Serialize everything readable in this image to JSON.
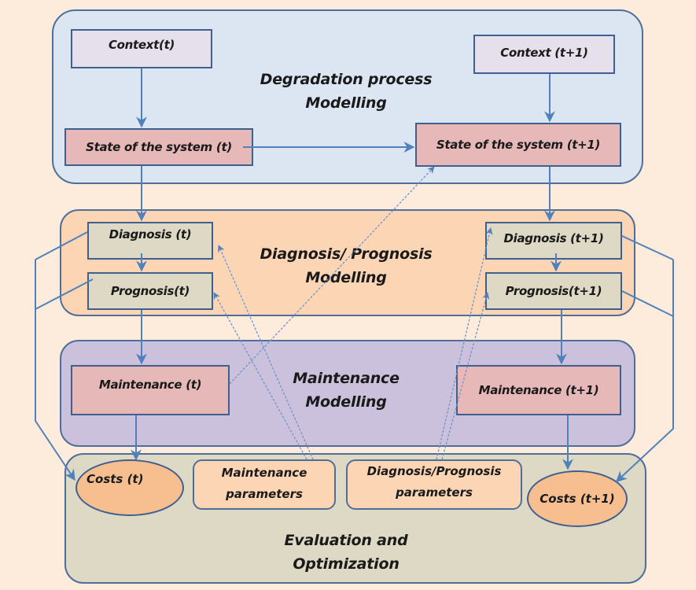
{
  "colors": {
    "background": "#fdebdc",
    "degradation_zone": "#dce6f2",
    "diagnosis_zone": "#fcd5b5",
    "maintenance_zone": "#ccc1dc",
    "evaluation_zone": "#ddd9c4",
    "context_box": "#e6e0ec",
    "state_box": "#e6b9b8",
    "diag_box": "#ddd9c4",
    "maintenance_box": "#e6b9b8",
    "costs_ellipse": "#f7bf90",
    "arrow": "#4f81bd"
  },
  "zones": {
    "degradation": {
      "line1": "Degradation process",
      "line2": "Modelling"
    },
    "diagnosis": {
      "line1": "Diagnosis/ Prognosis",
      "line2": "Modelling"
    },
    "maintenance": {
      "line1": "Maintenance",
      "line2": "Modelling"
    },
    "evaluation": {
      "line1": "Evaluation and",
      "line2": "Optimization"
    }
  },
  "nodes": {
    "context_t": "Context(t)",
    "context_t1": "Context (t+1)",
    "state_t": "State of the system (t)",
    "state_t1": "State of the system  (t+1)",
    "diagnosis_t": "Diagnosis  (t)",
    "diagnosis_t1": "Diagnosis  (t+1)",
    "prognosis_t": "Prognosis(t)",
    "prognosis_t1": "Prognosis(t+1)",
    "maintenance_t": "Maintenance (t)",
    "maintenance_t1": "Maintenance (t+1)",
    "costs_t": "Costs (t)",
    "costs_t1": "Costs (t+1)",
    "maintenance_params": {
      "line1": "Maintenance",
      "line2": "parameters"
    },
    "diagprog_params": {
      "line1": "Diagnosis/Prognosis",
      "line2": "parameters"
    }
  }
}
